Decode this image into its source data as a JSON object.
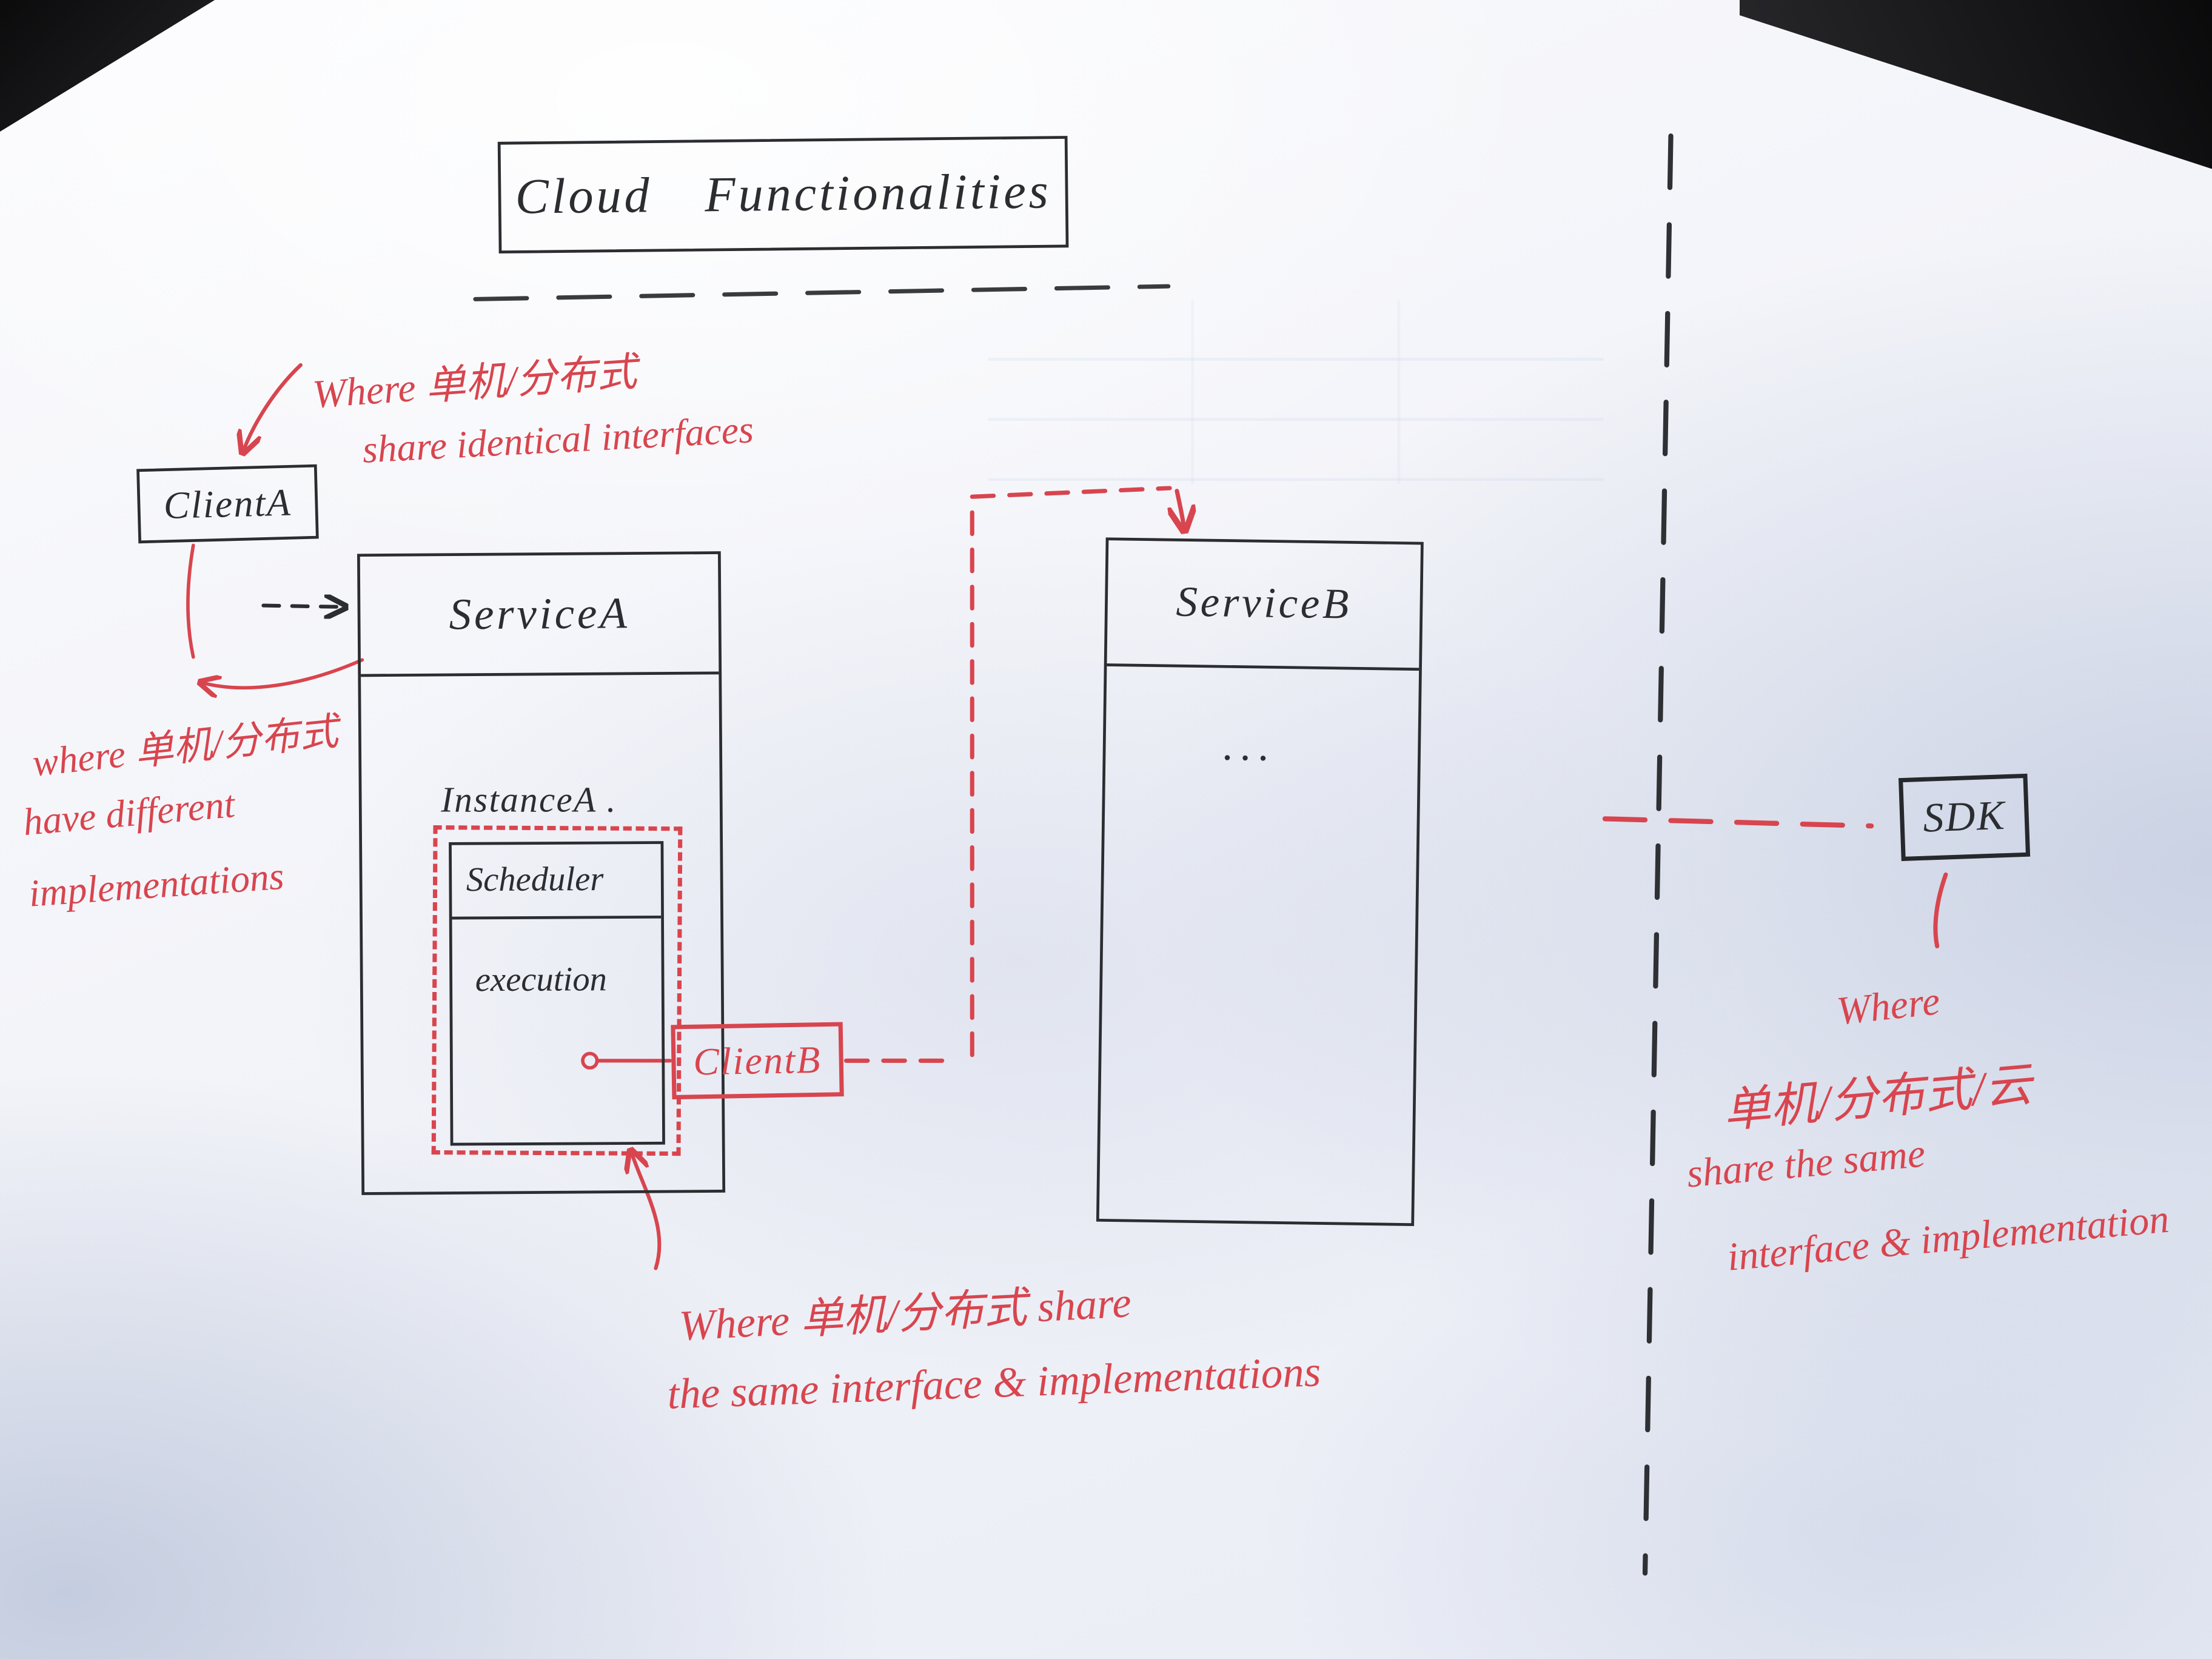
{
  "title": {
    "label": "Cloud Functionalities"
  },
  "boxes": {
    "client_a": {
      "label": "ClientA"
    },
    "service_a": {
      "label": "ServiceA"
    },
    "instance_a": {
      "label": "InstanceA ."
    },
    "scheduler": {
      "label": "Scheduler"
    },
    "execution": {
      "label": "execution"
    },
    "client_b": {
      "label": "ClientB"
    },
    "service_b": {
      "label": "ServiceB"
    },
    "service_b_ellipsis": "...",
    "sdk": {
      "label": "SDK"
    }
  },
  "annotations": {
    "top": {
      "line1": "Where 单机/分布式",
      "line2": "share identical interfaces"
    },
    "left": {
      "line1": "where 单机/分布式",
      "line2": "have different",
      "line3": "implementations"
    },
    "bottom": {
      "line1": "Where 单机/分布式  share",
      "line2": "the same interface & implementations"
    },
    "right": {
      "line1": "Where",
      "line2": "单机/分布式/云",
      "line3": "share the same",
      "line4": "interface & implementation"
    }
  },
  "colors": {
    "ink": "#2b2d31",
    "annotation_red": "#d8454e"
  }
}
